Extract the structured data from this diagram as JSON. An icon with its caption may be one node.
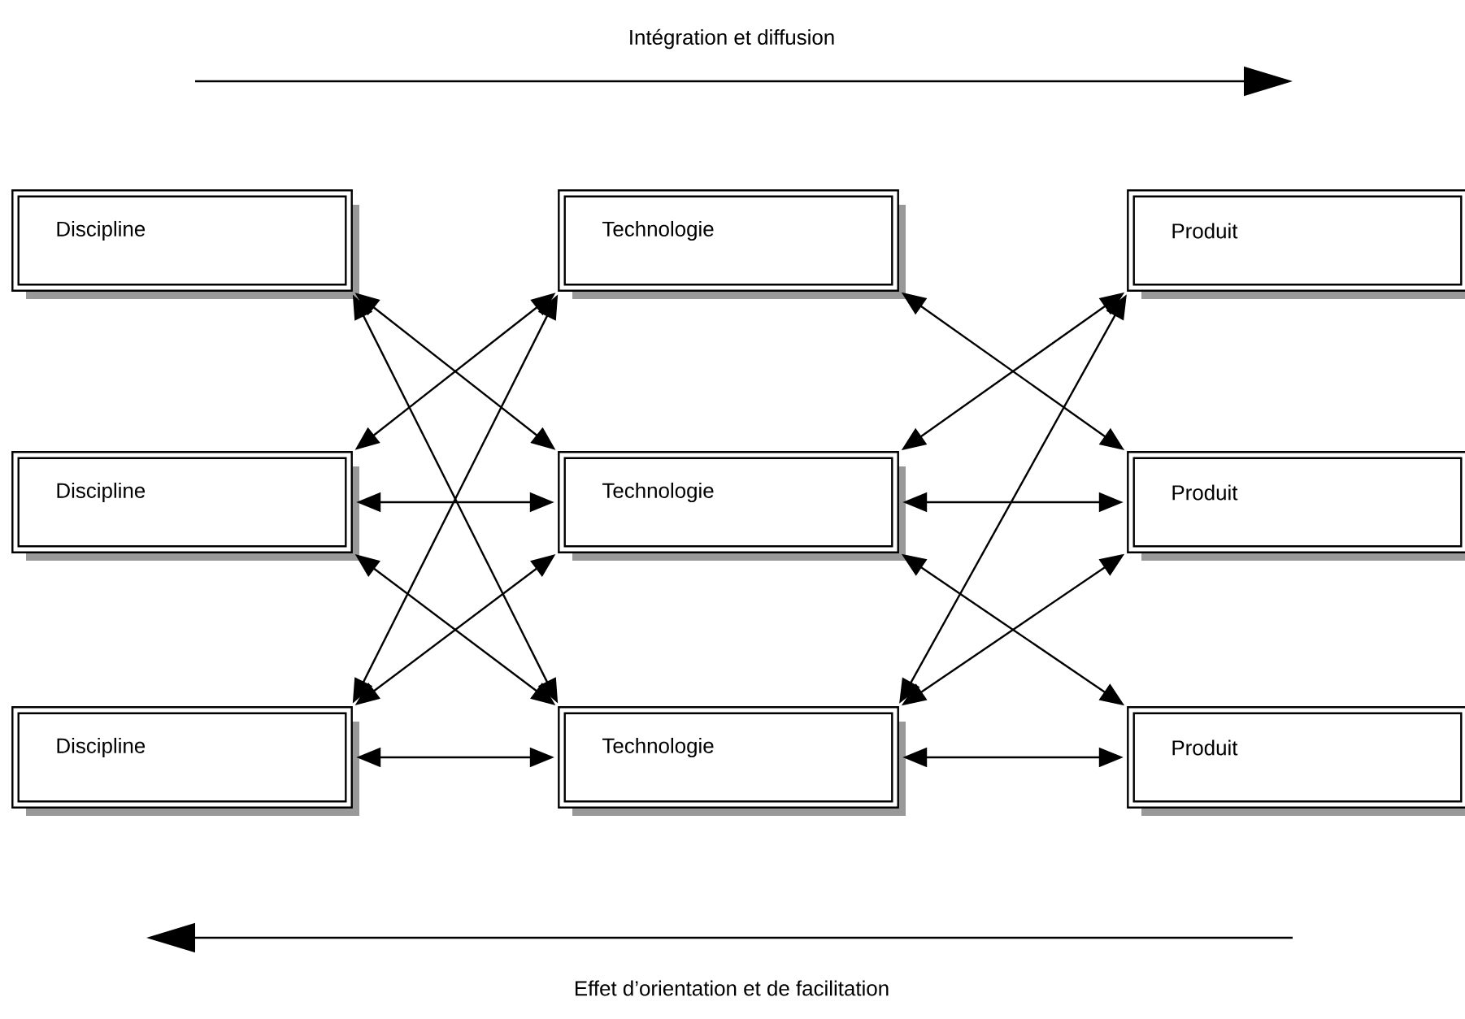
{
  "diagram": {
    "nodes": [
      {
        "text": [
          "Discipline"
        ]
      },
      {
        "text": [
          "Technologie"
        ]
      },
      {
        "text": [
          "Produit"
        ]
      },
      {
        "text": [
          "Discipline"
        ]
      },
      {
        "text": [
          "Technologie"
        ]
      },
      {
        "text": [
          "Produit"
        ]
      },
      {
        "text": [
          "Discipline"
        ]
      },
      {
        "text": [
          "Technologie"
        ]
      },
      {
        "text": [
          "Produit"
        ]
      }
    ],
    "edges": [
      {
        "from": 0,
        "to": 4,
        "arrow": "both"
      },
      {
        "from": 0,
        "to": 7,
        "arrow": "both"
      },
      {
        "from": 3,
        "to": 1,
        "arrow": "both"
      },
      {
        "from": 3,
        "to": 4,
        "arrow": "both"
      },
      {
        "from": 3,
        "to": 7,
        "arrow": "both"
      },
      {
        "from": 6,
        "to": 1,
        "arrow": "both"
      },
      {
        "from": 6,
        "to": 4,
        "arrow": "both"
      },
      {
        "from": 6,
        "to": 7,
        "arrow": "both"
      },
      {
        "from": 1,
        "to": 5,
        "arrow": "both"
      },
      {
        "from": 4,
        "to": 2,
        "arrow": "both"
      },
      {
        "from": 4,
        "to": 5,
        "arrow": "both"
      },
      {
        "from": 4,
        "to": 8,
        "arrow": "both"
      },
      {
        "from": 7,
        "to": 2,
        "arrow": "both"
      },
      {
        "from": 7,
        "to": 5,
        "arrow": "both"
      },
      {
        "from": 7,
        "to": 8,
        "arrow": "both"
      }
    ],
    "labels": [
      "Intégration et diffusion",
      "Effet d’orientation et de facilitation"
    ]
  }
}
